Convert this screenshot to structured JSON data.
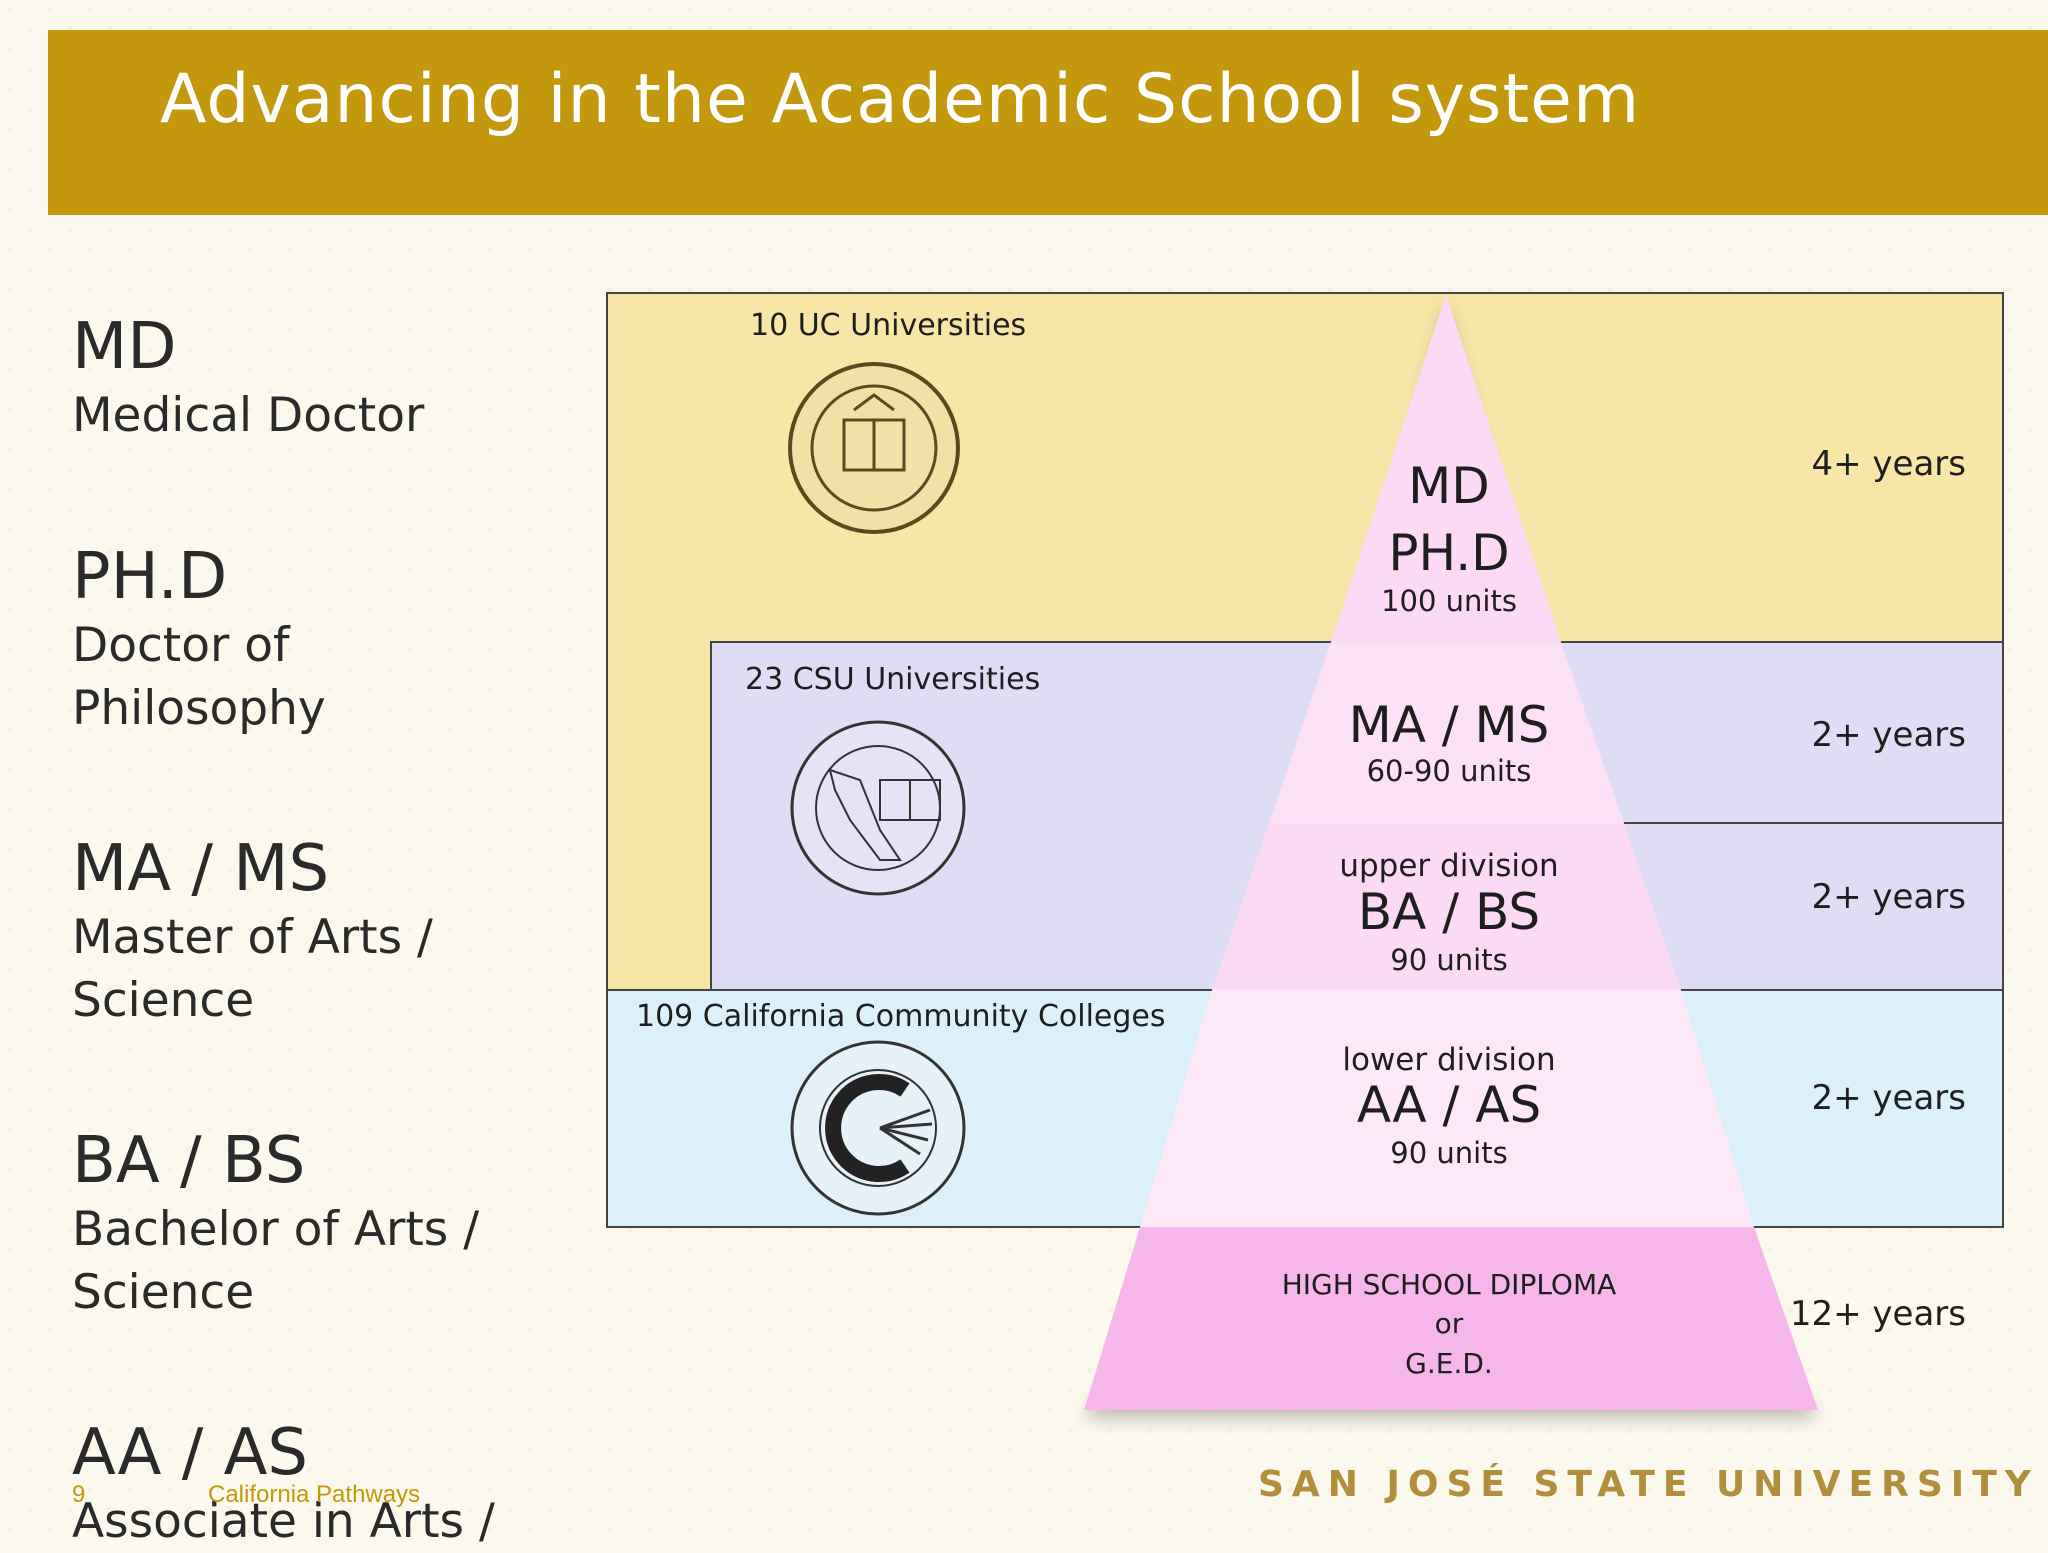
{
  "slide": {
    "title": "Advancing in the Academic School system",
    "page_number": "9",
    "footer_text": "California Pathways",
    "university_mark": "SAN JOSÉ STATE UNIVERSITY"
  },
  "degrees": [
    {
      "abbr": "MD",
      "full": "Medical Doctor"
    },
    {
      "abbr": "PH.D",
      "full": "Doctor of Philosophy"
    },
    {
      "abbr": "MA / MS",
      "full": "Master of Arts / Science"
    },
    {
      "abbr": "BA / BS",
      "full": "Bachelor of Arts / Science"
    },
    {
      "abbr": "AA / AS",
      "full": "Associate in Arts /"
    }
  ],
  "diagram": {
    "systems": {
      "uc": {
        "label": "10 UC Universities",
        "color": "#f8e6a6"
      },
      "csu": {
        "label": "23 CSU Universities",
        "color": "#dfdcf5"
      },
      "ccc": {
        "label": "109 California Community Colleges",
        "color": "#dcf0fa"
      }
    },
    "pyramid": {
      "tier1": {
        "line1": "MD",
        "line2": "PH.D",
        "units": "100 units",
        "years": "4+ years"
      },
      "tier2": {
        "line1": "MA / MS",
        "units": "60-90 units",
        "years": "2+ years"
      },
      "tier3": {
        "sub": "upper division",
        "line1": "BA / BS",
        "units": "90 units",
        "years": "2+ years"
      },
      "tier4": {
        "sub": "lower division",
        "line1": "AA / AS",
        "units": "90 units",
        "years": "2+ years"
      },
      "base": {
        "line1": "HIGH SCHOOL DIPLOMA",
        "line2": "or",
        "line3": "G.E.D.",
        "years": "12+ years"
      }
    },
    "colors": {
      "pyramid_light": "#fbe0f6",
      "pyramid_base": "#f6b4ea",
      "border": "#444444"
    }
  }
}
